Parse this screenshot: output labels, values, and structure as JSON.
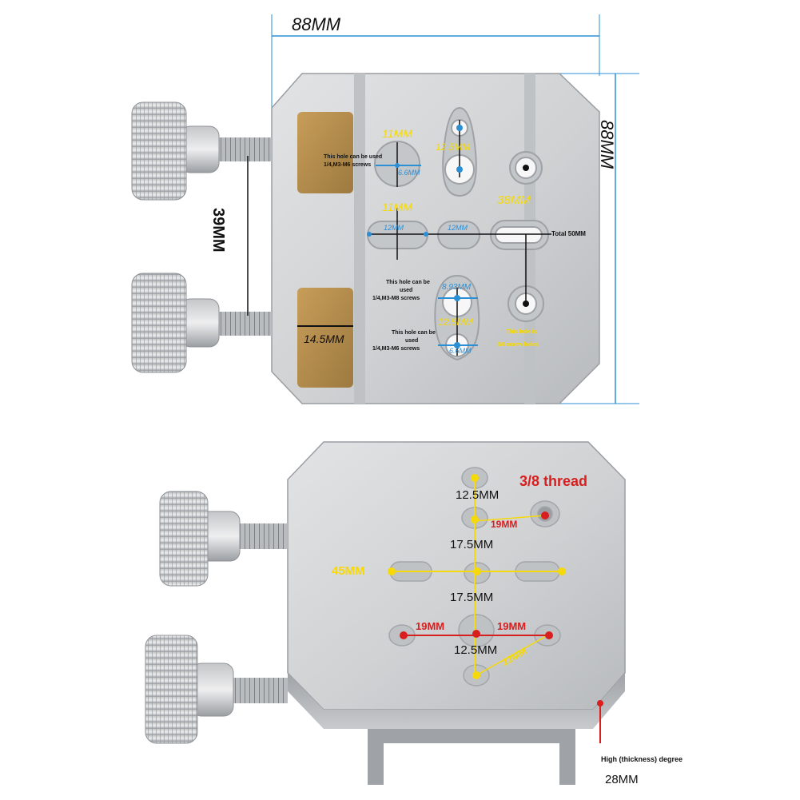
{
  "colors": {
    "aluminum": "#cfd1d3",
    "aluminum_dark": "#a9acaf",
    "brass_pad": "#b08a4e",
    "dim_blue": "#2b8fd6",
    "dim_yellow": "#f5d90a",
    "dim_red": "#d81e1e",
    "dim_black": "#111111"
  },
  "top_view": {
    "width_label": "88MM",
    "height_label": "88MM",
    "knob_spacing_label": "39MM",
    "pad_label": "14.5MM",
    "hole_spacing_11mm_a": "11MM",
    "hole_spacing_11mm_b": "11MM",
    "slot_12mm_a": "12MM",
    "slot_12mm_b": "12MM",
    "hole_12_5mm_a": "12.5MM",
    "hole_12_5mm_b": "12.5MM",
    "hole_6_6mm_a": "6.6MM",
    "hole_6_6mm_b": "6.6MM",
    "hole_8_93mm": "8.93MM",
    "slot_38mm": "38MM",
    "total_label": "Total 50MM",
    "note_m6_a_line1": "This hole can be used",
    "note_m6_a_line2": "1/4,M3-M6 screws",
    "note_m8_line1": "This hole can be",
    "note_m8_line2": "used",
    "note_m8_line3": "1/4,M3-M8 screws",
    "note_m6_b_line1": "This hole can be",
    "note_m6_b_line2": "used",
    "note_m6_b_line3": "1/4,M3-M6 screws",
    "note_38_line1": "This hole is",
    "note_38_line2": "3/8 screw holes"
  },
  "bottom_view": {
    "thread_label": "3/8 thread",
    "dim_12_5mm_a": "12.5MM",
    "dim_19mm_a": "19MM",
    "dim_17_5mm_a": "17.5MM",
    "dim_45mm": "45MM",
    "dim_17_5mm_b": "17.5MM",
    "dim_19mm_b": "19MM",
    "dim_19mm_c": "19MM",
    "dim_12_5mm_b": "12.5MM",
    "dim_22mm": "22MM",
    "thickness_note": "High (thickness) degree",
    "thickness_value": "28MM"
  }
}
